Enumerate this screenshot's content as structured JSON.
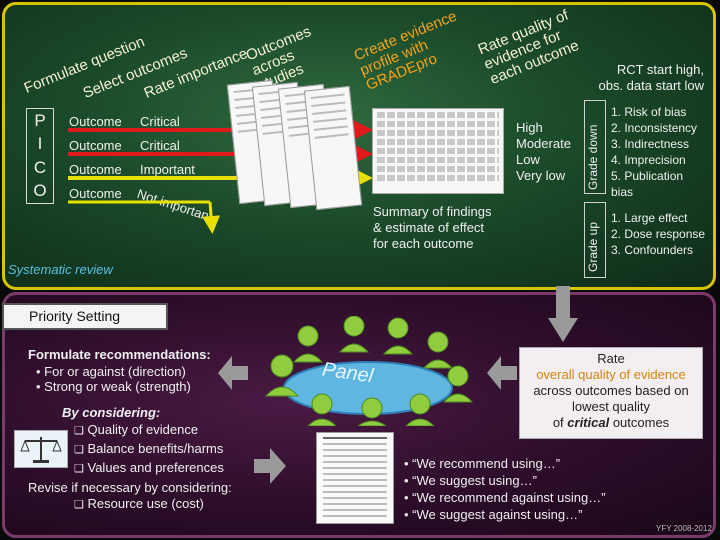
{
  "top": {
    "steps": [
      {
        "label": "Formulate question"
      },
      {
        "label": "Select outcomes"
      },
      {
        "label": "Rate importance"
      },
      {
        "label": "Outcomes across studies"
      },
      {
        "label": "Create evidence profile with GRADEpro"
      },
      {
        "label": "Rate quality of evidence for each outcome"
      }
    ],
    "pico": [
      "P",
      "I",
      "C",
      "O"
    ],
    "outcome_label": "Outcome",
    "importance": [
      "Critical",
      "Critical",
      "Important",
      "Not important"
    ],
    "quality_levels": [
      "High",
      "Moderate",
      "Low",
      "Very low"
    ],
    "summary": [
      "Summary of findings",
      "& estimate of effect",
      "for each outcome"
    ],
    "rct_note": [
      "RCT start high,",
      "obs. data start low"
    ],
    "grade_down_label": "Grade down",
    "grade_down_items": [
      "Risk of bias",
      "Inconsistency",
      "Indirectness",
      "Imprecision",
      "Publication bias"
    ],
    "grade_up_label": "Grade up",
    "grade_up_items": [
      "Large effect",
      "Dose response",
      "Confounders"
    ],
    "systematic_review": "Systematic review"
  },
  "bottom": {
    "priority_setting": "Priority Setting",
    "formulate_title": "Formulate recommendations:",
    "formulate_items": [
      "For or against (direction)",
      "Strong or weak (strength)"
    ],
    "by_considering": "By considering:",
    "considering_items": [
      "Quality of evidence",
      "Balance benefits/harms",
      "Values and preferences"
    ],
    "revise": "Revise if necessary by considering:",
    "revise_items": [
      "Resource use (cost)"
    ],
    "panel_label": "Panel",
    "rate_box": {
      "line1": "Rate",
      "line2": "overall quality of evidence",
      "line3": "across outcomes based on",
      "line4": "lowest quality",
      "line5_pre": "of ",
      "line5_em": "critical",
      "line5_post": " outcomes"
    },
    "recommendations": [
      "“We recommend using…”",
      "“We suggest using…”",
      "“We recommend against using…”",
      "“We suggest against using…”"
    ],
    "footer": "YFY 2008-2012"
  },
  "colors": {
    "green_panel": "#1b4a2a",
    "purple_panel": "#2d0d2a",
    "accent_orange": "#f5a21c",
    "arrow_red": "#e01a1a",
    "arrow_yellow": "#e8e000",
    "gold_border": "#d6c400"
  }
}
